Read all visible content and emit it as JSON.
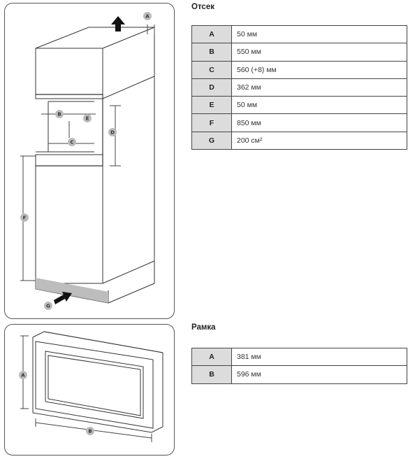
{
  "cabinet": {
    "title": "Отсек",
    "rows": [
      {
        "key": "A",
        "value": "50 мм"
      },
      {
        "key": "B",
        "value": "550 мм"
      },
      {
        "key": "C",
        "value": "560 (+8) мм"
      },
      {
        "key": "D",
        "value": "362 мм"
      },
      {
        "key": "E",
        "value": "50 мм"
      },
      {
        "key": "F",
        "value": "850 мм"
      },
      {
        "key": "G",
        "value": "200 см²"
      }
    ],
    "diagram_labels": {
      "a": "A",
      "b": "B",
      "c": "C",
      "d": "D",
      "e": "E",
      "f": "F",
      "g": "G"
    }
  },
  "frame": {
    "title": "Рамка",
    "rows": [
      {
        "key": "A",
        "value": "381 мм"
      },
      {
        "key": "B",
        "value": "596 мм"
      }
    ],
    "diagram_labels": {
      "a": "A",
      "b": "B"
    }
  }
}
